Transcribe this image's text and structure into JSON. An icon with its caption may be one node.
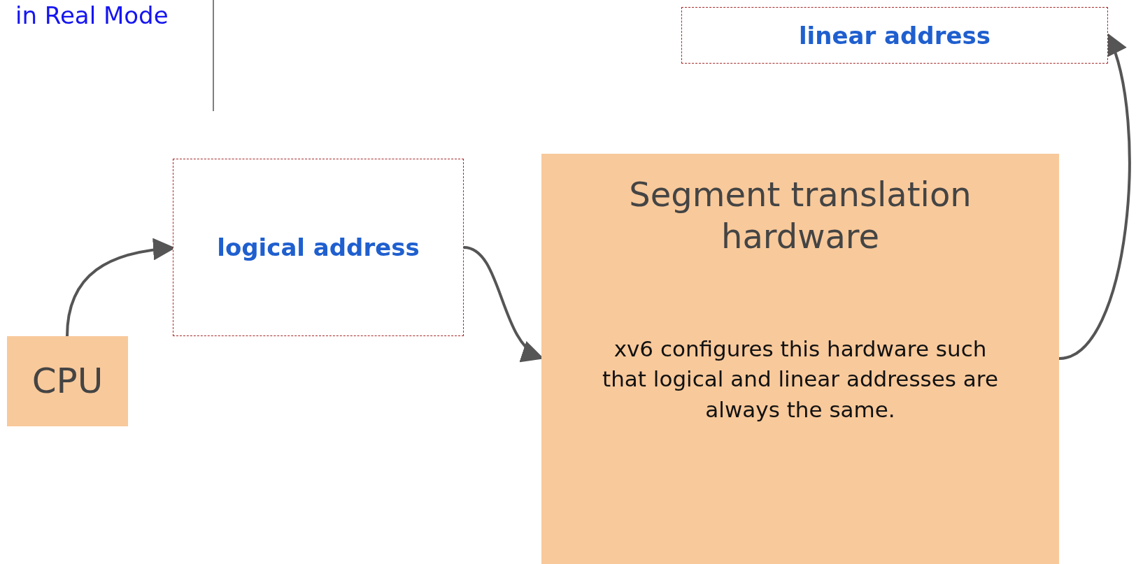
{
  "diagram": {
    "nodes": [
      {
        "text": [
          "CPU"
        ]
      },
      {
        "text": [
          "logical address"
        ]
      },
      {
        "text": [
          "Segment translation hardware",
          "xv6 configures this hardware such that logical and linear addresses are always the same."
        ]
      },
      {
        "text": [
          "linear address"
        ]
      }
    ],
    "edges": [
      {
        "from": 0,
        "to": 1,
        "arrow": "to"
      },
      {
        "from": 1,
        "to": 2,
        "arrow": "to"
      },
      {
        "from": 2,
        "to": 3,
        "arrow": "to"
      }
    ],
    "labels": [
      "in Real Mode"
    ]
  }
}
